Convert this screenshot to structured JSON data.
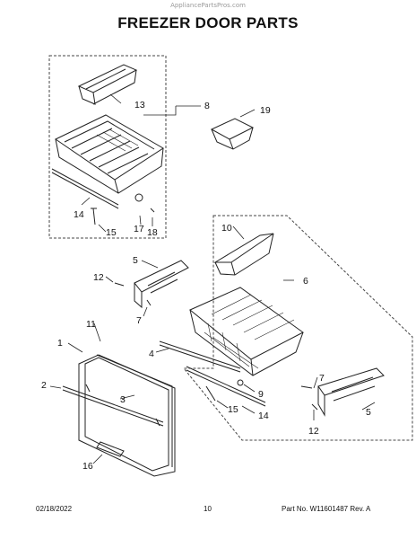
{
  "watermark": "AppliancePartsPros.com",
  "title": "FREEZER DOOR PARTS",
  "callouts": {
    "c13": "13",
    "c8": "8",
    "c19": "19",
    "c14a": "14",
    "c15a": "15",
    "c17": "17",
    "c18": "18",
    "c10": "10",
    "c5a": "5",
    "c6": "6",
    "c12a": "12",
    "c7a": "7",
    "c11": "11",
    "c1": "1",
    "c4": "4",
    "c2": "2",
    "c3": "3",
    "c9": "9",
    "c7b": "7",
    "c15b": "15",
    "c14b": "14",
    "c5b": "5",
    "c12b": "12",
    "c16": "16"
  },
  "footer": {
    "date": "02/18/2022",
    "page": "10",
    "part_no": "Part No.  W11601487  Rev. A"
  }
}
